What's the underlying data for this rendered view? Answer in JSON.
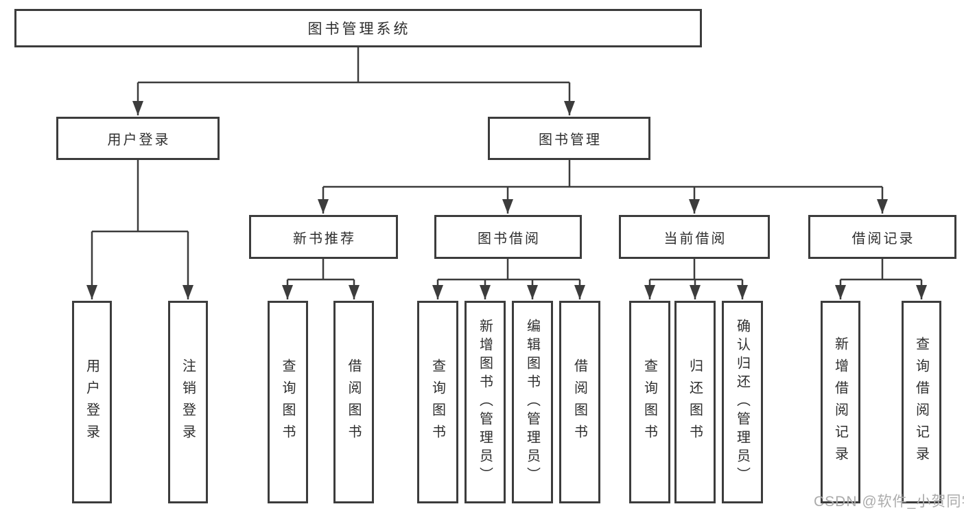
{
  "diagram": {
    "root": {
      "label": "图书管理系统"
    },
    "branches": [
      {
        "label": "用户登录",
        "leaves": [
          {
            "label": "用户登录"
          },
          {
            "label": "注销登录"
          }
        ]
      },
      {
        "label": "图书管理",
        "children": [
          {
            "label": "新书推荐",
            "leaves": [
              {
                "label": "查询图书"
              },
              {
                "label": "借阅图书"
              }
            ]
          },
          {
            "label": "图书借阅",
            "leaves": [
              {
                "label": "查询图书"
              },
              {
                "label": "新增图书（管理员）"
              },
              {
                "label": "编辑图书（管理员）"
              },
              {
                "label": "借阅图书"
              }
            ]
          },
          {
            "label": "当前借阅",
            "leaves": [
              {
                "label": "查询图书"
              },
              {
                "label": "归还图书"
              },
              {
                "label": "确认归还（管理员）"
              }
            ]
          },
          {
            "label": "借阅记录",
            "leaves": [
              {
                "label": "新增借阅记录"
              },
              {
                "label": "查询借阅记录"
              }
            ]
          }
        ]
      }
    ]
  },
  "watermark": {
    "text": "CSDN @软件_小贺同学"
  },
  "colors": {
    "line": "#3c3c3c",
    "text": "#2e2e2e",
    "watermark": "#ababab",
    "background": "#ffffff"
  }
}
